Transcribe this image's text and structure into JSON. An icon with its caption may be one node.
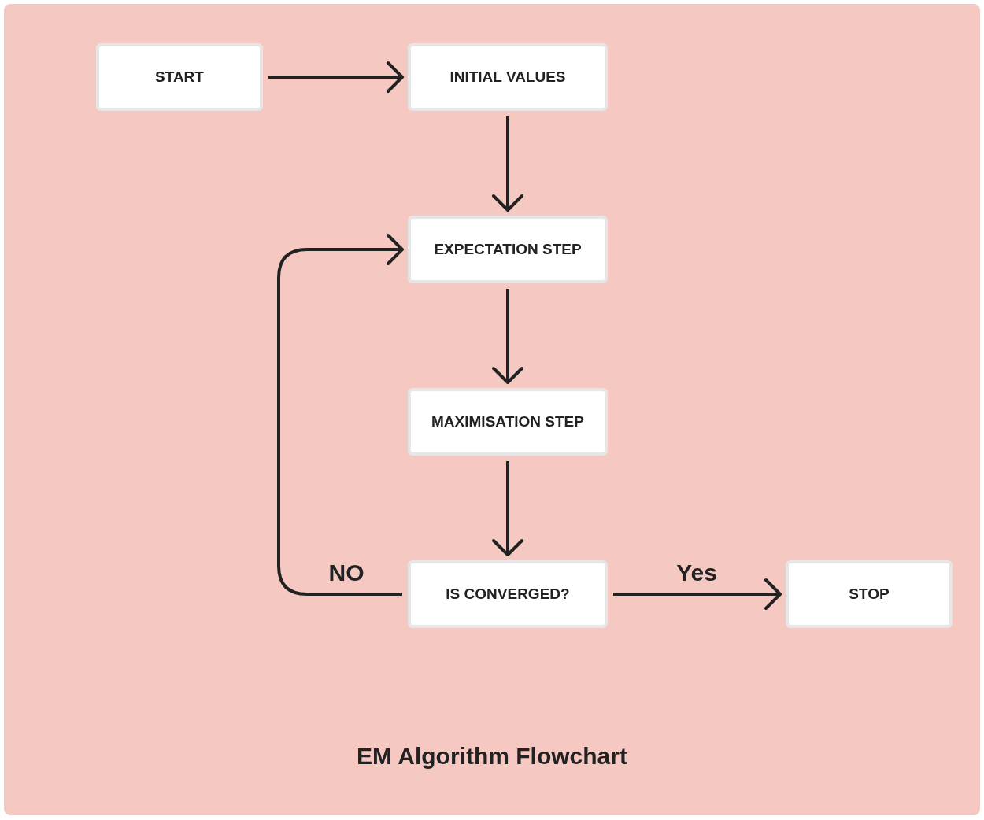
{
  "diagram": {
    "caption": "EM Algorithm Flowchart",
    "nodes": [
      {
        "text": [
          "START"
        ]
      },
      {
        "text": [
          "INITIAL VALUES"
        ]
      },
      {
        "text": [
          "EXPECTATION STEP"
        ]
      },
      {
        "text": [
          "MAXIMISATION STEP"
        ]
      },
      {
        "text": [
          "IS CONVERGED?"
        ]
      },
      {
        "text": [
          "STOP"
        ]
      }
    ],
    "edges": [
      {
        "from": 0,
        "to": 1,
        "arrow": "to"
      },
      {
        "from": 1,
        "to": 2,
        "arrow": "to"
      },
      {
        "from": 2,
        "to": 3,
        "arrow": "to"
      },
      {
        "from": 3,
        "to": 4,
        "arrow": "to"
      },
      {
        "from": 4,
        "to": 2,
        "arrow": "to",
        "label": "NO"
      },
      {
        "from": 4,
        "to": 5,
        "arrow": "to",
        "label": "Yes"
      }
    ]
  }
}
